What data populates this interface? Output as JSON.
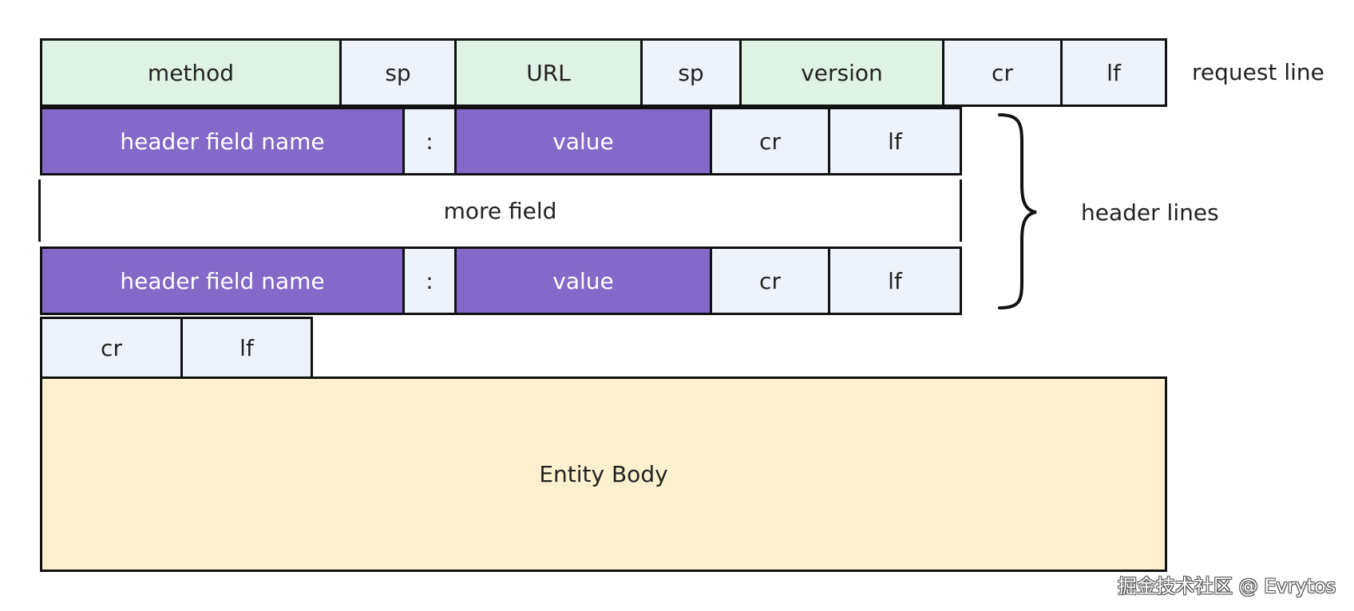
{
  "request_line": {
    "cells": [
      "method",
      "sp",
      "URL",
      "sp",
      "version",
      "cr",
      "lf"
    ],
    "label": "request line"
  },
  "header_line_1": {
    "cells": [
      "header field name",
      ":",
      "value",
      "cr",
      "lf"
    ]
  },
  "more_field": "more field",
  "header_line_2": {
    "cells": [
      "header field name",
      ":",
      "value",
      "cr",
      "lf"
    ]
  },
  "header_lines_label": "header lines",
  "blank_line": {
    "cells": [
      "cr",
      "lf"
    ]
  },
  "entity_body": "Entity Body",
  "watermark": "掘金技术社区 @ Evrytos",
  "colors": {
    "field_green": "#dff3e4",
    "delimiter_light": "#eef2fa",
    "header_purple": "#8469c9",
    "body_yellow": "#fdf0cf",
    "border": "#111111"
  }
}
